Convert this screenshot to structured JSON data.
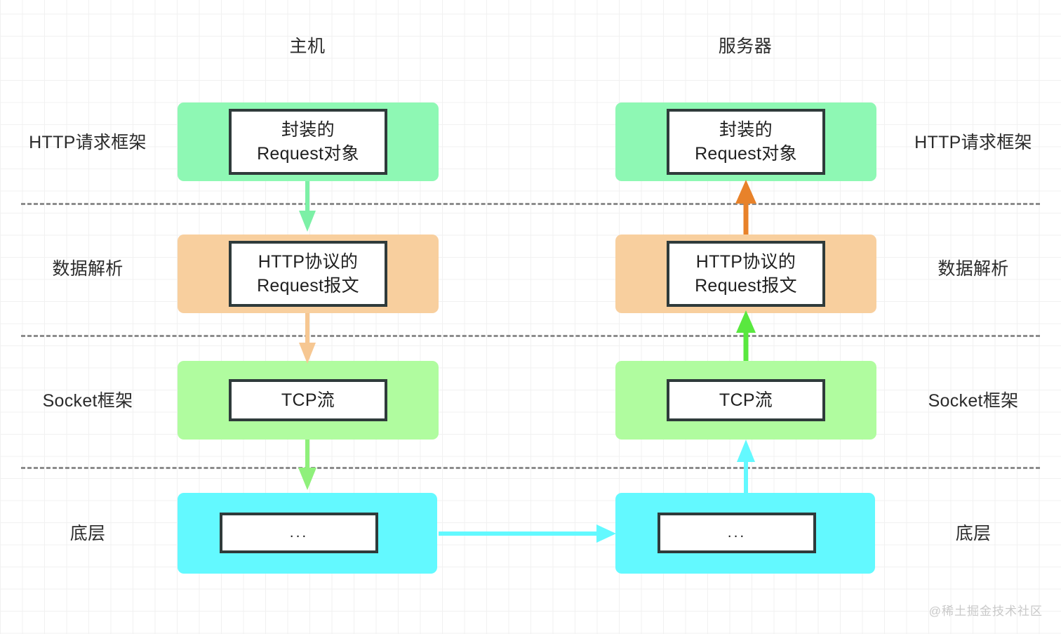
{
  "diagram": {
    "title_host": "主机",
    "title_server": "服务器",
    "watermark": "@稀土掘金技术社区",
    "layers": [
      {
        "id": "http-request-framework",
        "label_left": "HTTP请求框架",
        "label_right": "HTTP请求框架",
        "block_color": "#8ef8b4",
        "box_text": "封装的\nRequest对象"
      },
      {
        "id": "data-parsing",
        "label_left": "数据解析",
        "label_right": "数据解析",
        "block_color": "#f8cf9e",
        "box_text": "HTTP协议的\nRequest报文"
      },
      {
        "id": "socket-framework",
        "label_left": "Socket框架",
        "label_right": "Socket框架",
        "block_color": "#b0fc9f",
        "box_text": "TCP流"
      },
      {
        "id": "underlying",
        "label_left": "底层",
        "label_right": "底层",
        "block_color": "#63f9ff",
        "box_text": "..."
      }
    ],
    "arrows": [
      {
        "id": "host-http-to-parse",
        "direction": "down",
        "color": "#7cf0a6"
      },
      {
        "id": "host-parse-to-socket",
        "direction": "down",
        "color": "#f6c792"
      },
      {
        "id": "host-socket-to-low",
        "direction": "down",
        "color": "#8ff07b"
      },
      {
        "id": "network-transfer",
        "direction": "right",
        "color": "#63f9ff"
      },
      {
        "id": "server-low-to-socket",
        "direction": "up",
        "color": "#63f9ff"
      },
      {
        "id": "server-socket-to-parse",
        "direction": "up",
        "color": "#59e83f"
      },
      {
        "id": "server-parse-to-http",
        "direction": "up",
        "color": "#e8822a"
      }
    ],
    "separator_color": "#8c8c8c",
    "grid_color": "#f1f1f1"
  }
}
